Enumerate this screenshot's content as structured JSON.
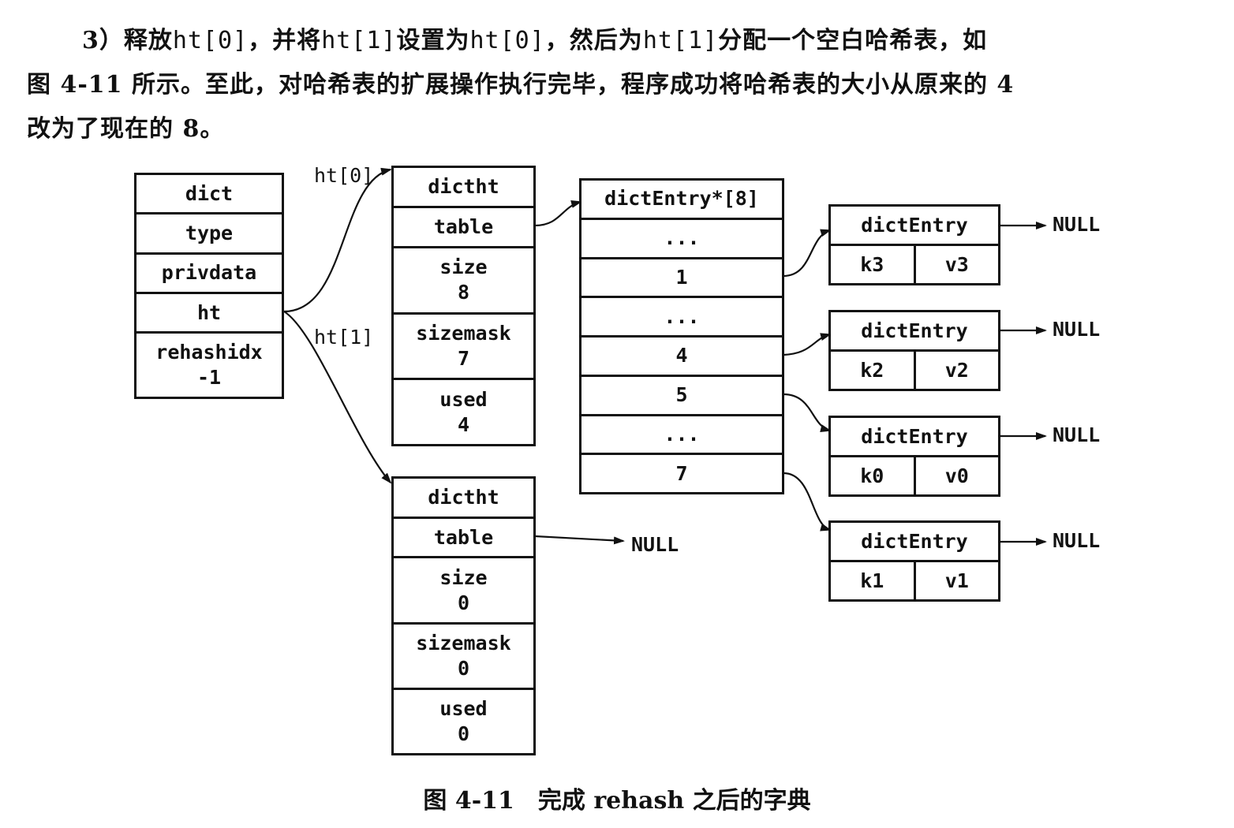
{
  "paragraph": {
    "line1_a": "3）释放",
    "line1_b": "ht[0]",
    "line1_c": "，并将",
    "line1_d": "ht[1]",
    "line1_e": "设置为",
    "line1_f": "ht[0]",
    "line1_g": "，然后为",
    "line1_h": "ht[1]",
    "line1_i": "分配一个空白哈希表，如",
    "line2": "图 4-11 所示。至此，对哈希表的扩展操作执行完毕，程序成功将哈希表的大小从原来的 4",
    "line3": "改为了现在的 8。"
  },
  "diagram": {
    "dict": {
      "title": "dict",
      "type": "type",
      "privdata": "privdata",
      "ht": "ht",
      "rehashidx_label": "rehashidx",
      "rehashidx_value": "-1"
    },
    "ht0_label": "ht[0]",
    "ht1_label": "ht[1]",
    "ht0": {
      "title": "dictht",
      "table": "table",
      "size_label": "size",
      "size_value": "8",
      "sizemask_label": "sizemask",
      "sizemask_value": "7",
      "used_label": "used",
      "used_value": "4"
    },
    "ht1": {
      "title": "dictht",
      "table": "table",
      "size_label": "size",
      "size_value": "0",
      "sizemask_label": "sizemask",
      "sizemask_value": "0",
      "used_label": "used",
      "used_value": "0",
      "table_null": "NULL"
    },
    "bucket_array": {
      "title": "dictEntry*[8]",
      "slots": [
        "...",
        "1",
        "...",
        "4",
        "5",
        "...",
        "7"
      ]
    },
    "entries": [
      {
        "title": "dictEntry",
        "key": "k3",
        "value": "v3",
        "next": "NULL"
      },
      {
        "title": "dictEntry",
        "key": "k2",
        "value": "v2",
        "next": "NULL"
      },
      {
        "title": "dictEntry",
        "key": "k0",
        "value": "v0",
        "next": "NULL"
      },
      {
        "title": "dictEntry",
        "key": "k1",
        "value": "v1",
        "next": "NULL"
      }
    ]
  },
  "caption": "图 4-11　完成 rehash 之后的字典"
}
